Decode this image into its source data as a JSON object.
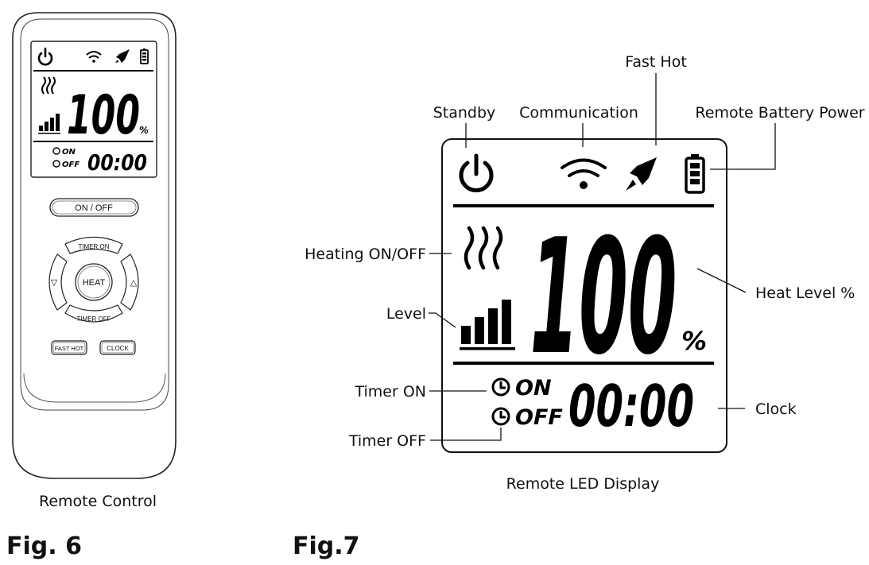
{
  "remote": {
    "caption": "Remote Control",
    "figure": "Fig. 6",
    "screen": {
      "heat_value": "100",
      "percent": "%",
      "timer_on": "ON",
      "timer_off": "OFF",
      "clock": "00:00"
    },
    "buttons": {
      "on_off": "ON / OFF",
      "timer_on": "TIMER ON",
      "timer_off": "TIMER OFF",
      "heat": "HEAT",
      "down": "▽",
      "up": "△",
      "fast_hot": "FAST HOT",
      "clock": "CLOCK"
    }
  },
  "display": {
    "caption": "Remote LED Display",
    "figure": "Fig.7",
    "heat_value": "100",
    "percent": "%",
    "timer_on": "ON",
    "timer_off": "OFF",
    "clock": "00:00",
    "callouts": {
      "standby": "Standby",
      "communication": "Communication",
      "fast_hot": "Fast Hot",
      "battery": "Remote Battery Power",
      "heating": "Heating ON/OFF",
      "heat_level": "Heat Level %",
      "level": "Level",
      "timer_on": "Timer ON",
      "clock": "Clock",
      "timer_off": "Timer OFF"
    }
  }
}
